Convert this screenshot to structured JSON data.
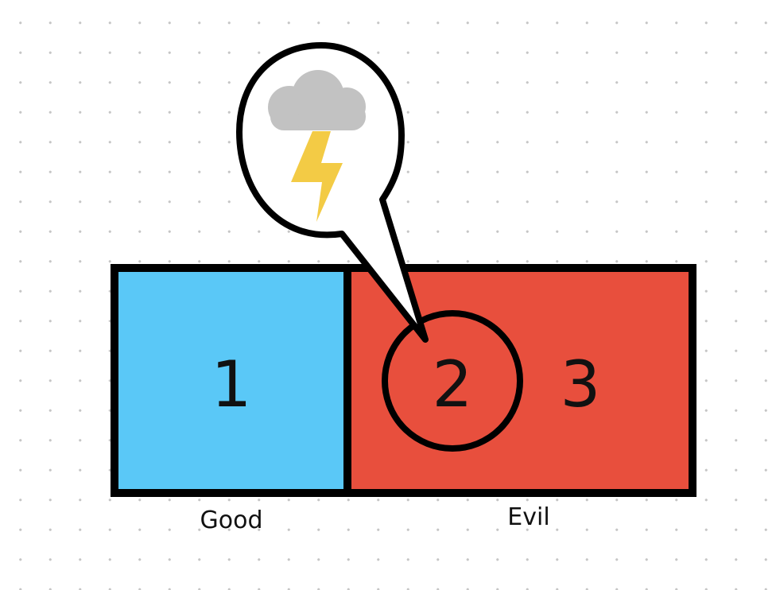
{
  "diagram": {
    "cells": [
      {
        "number": "1",
        "caption": "Good",
        "color": "#5ac8f7"
      },
      {
        "number": "2"
      },
      {
        "number": "3",
        "caption": "Evil",
        "color": "#e84f3d"
      }
    ],
    "callout": {
      "icon": "storm-cloud-lightning-icon",
      "cloud_color": "#c2c2c2",
      "bolt_color": "#f3cb45"
    },
    "stroke_color": "#000000"
  }
}
